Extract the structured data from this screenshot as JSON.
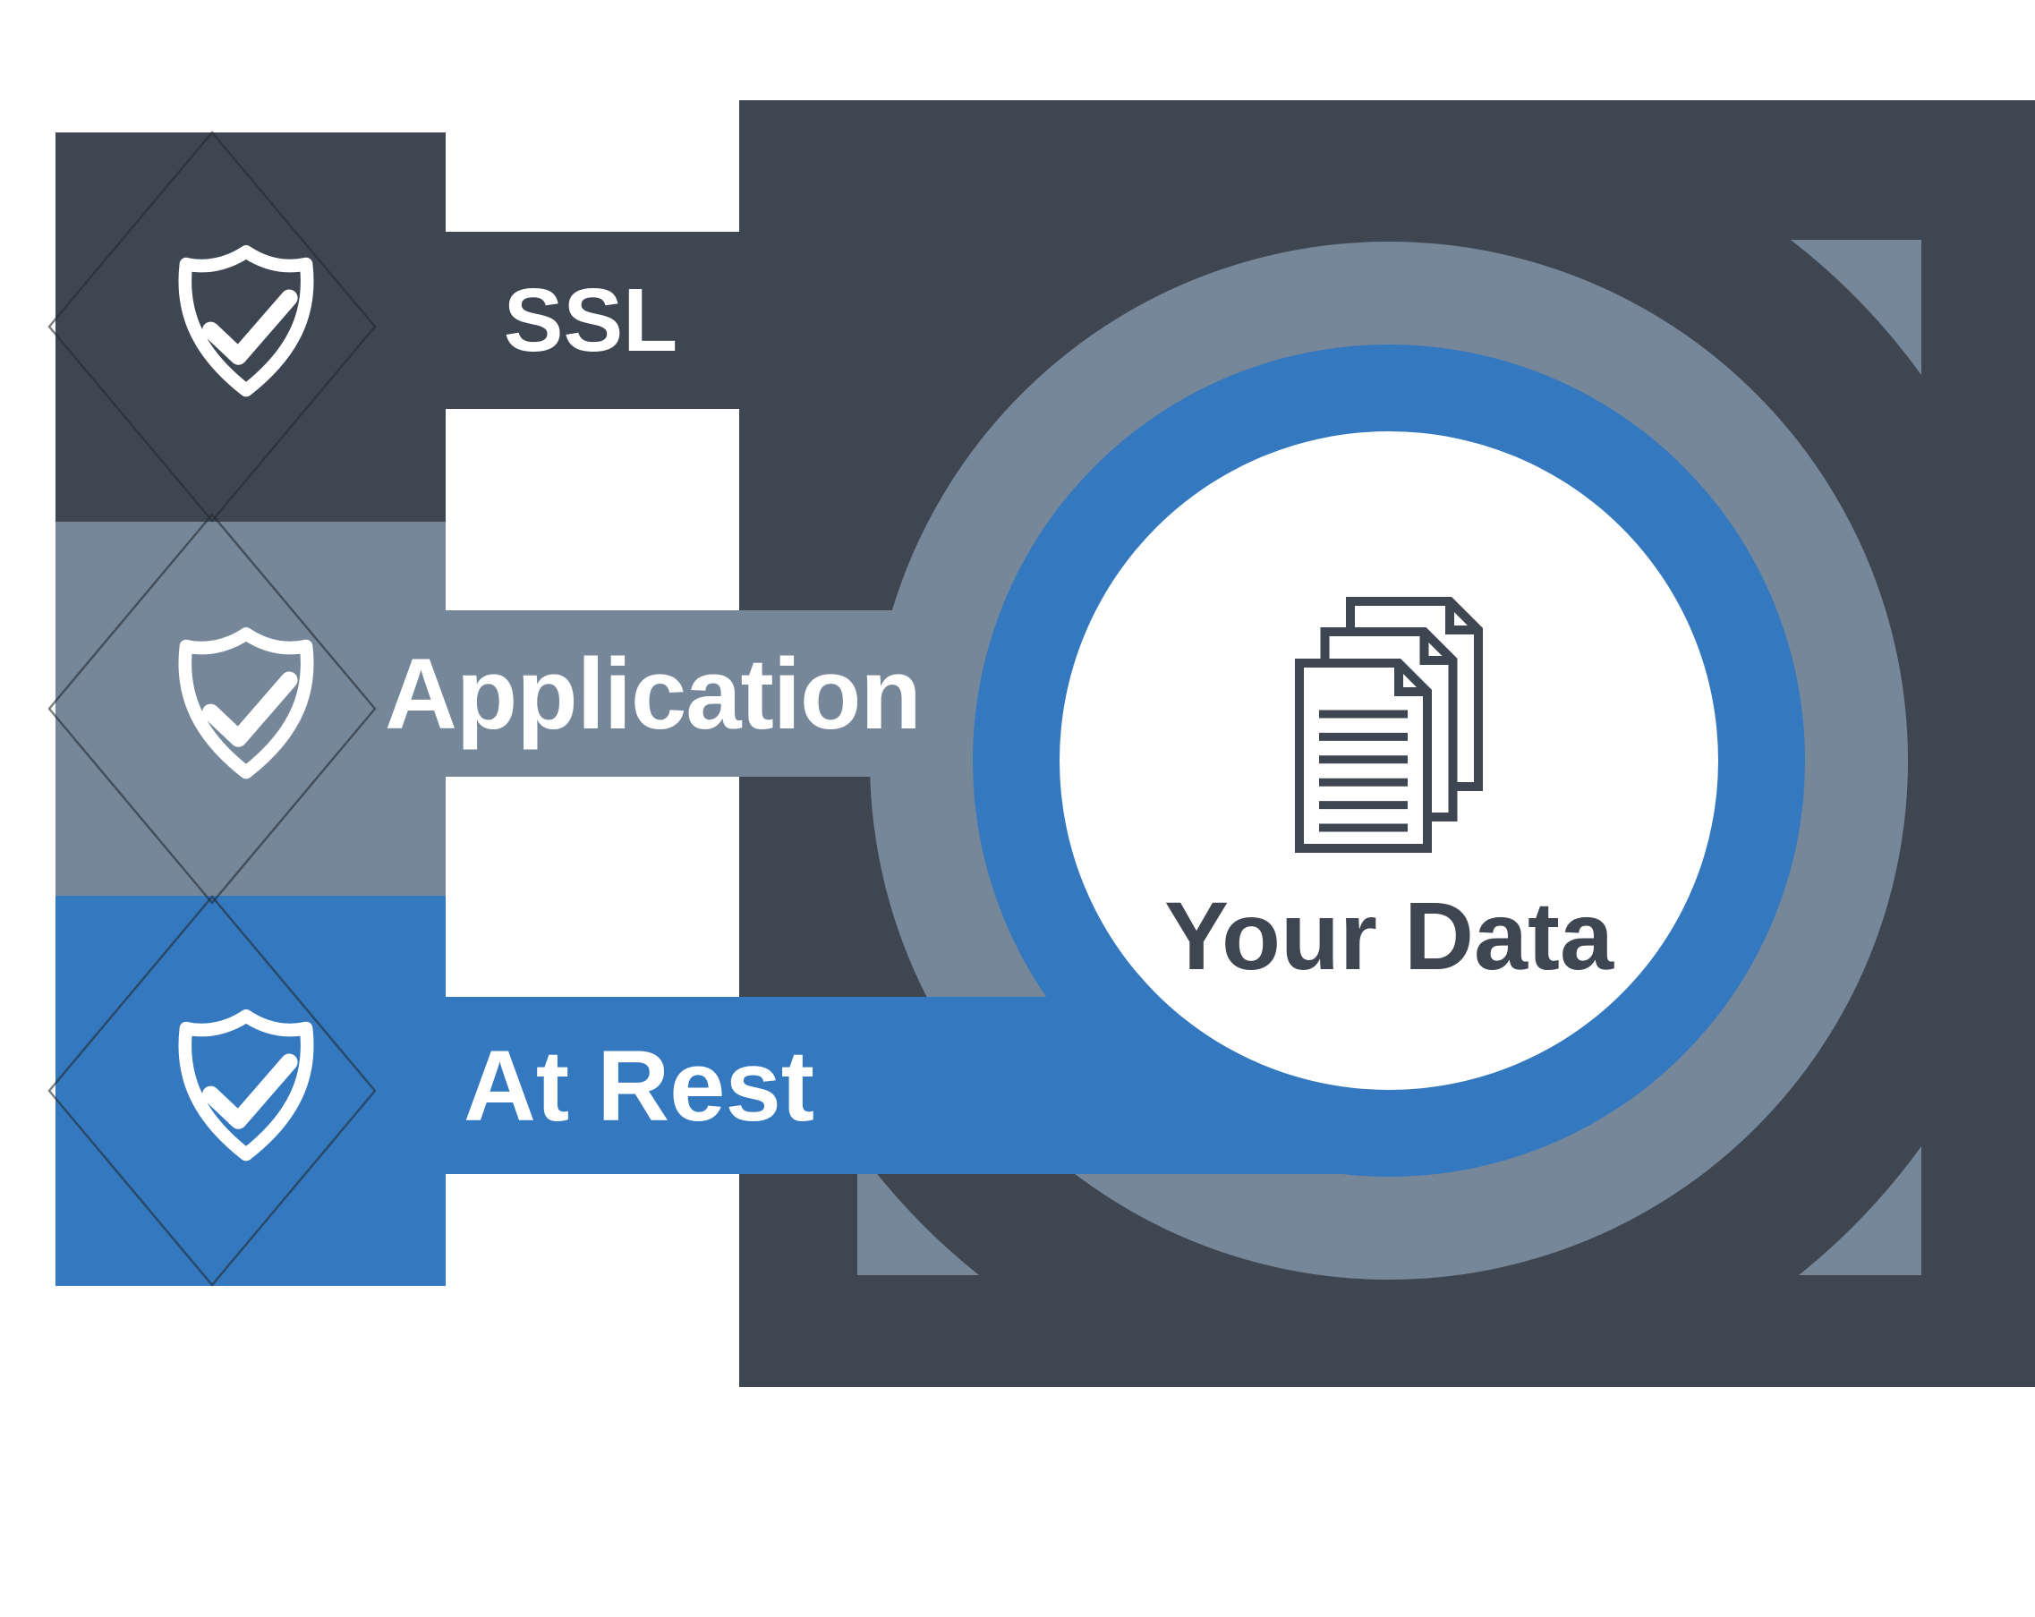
{
  "colors": {
    "dark": "#3E4651",
    "gray": "#76879A",
    "blue": "#3478BF",
    "white": "#FFFFFF",
    "text_dark": "#3E4651"
  },
  "layers": [
    {
      "id": "ssl",
      "label": "SSL",
      "color": "#3E4651",
      "icon": "shield-check-icon"
    },
    {
      "id": "application",
      "label": "Application",
      "color": "#76879A",
      "icon": "shield-check-icon"
    },
    {
      "id": "at_rest",
      "label": "At Rest",
      "color": "#3478BF",
      "icon": "shield-check-icon"
    }
  ],
  "center": {
    "label": "Your Data",
    "icon": "document-stack-icon"
  }
}
